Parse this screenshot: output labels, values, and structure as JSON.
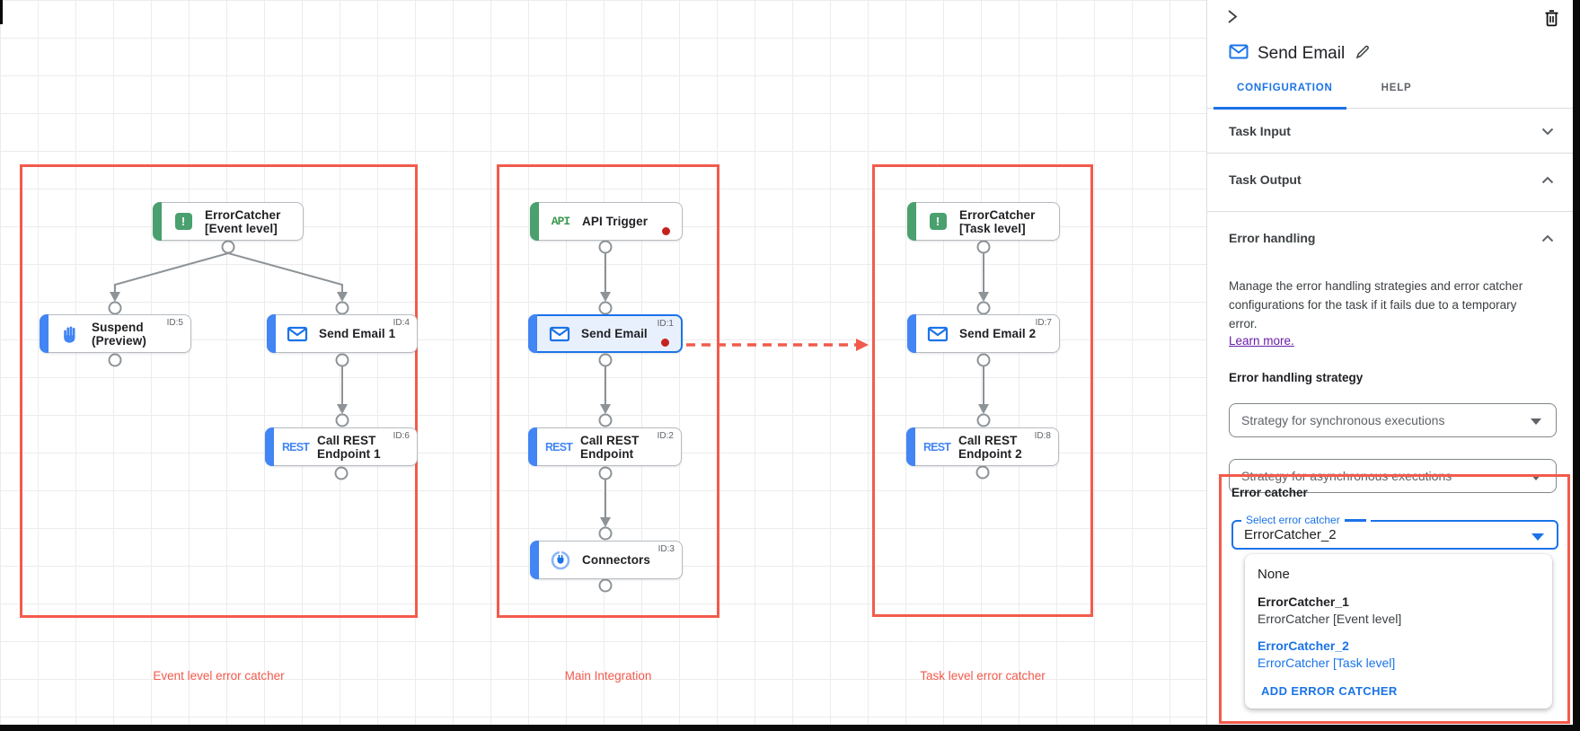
{
  "canvas": {
    "groups": {
      "event": {
        "label": "Event level error catcher"
      },
      "main": {
        "label": "Main Integration"
      },
      "task": {
        "label": "Task level error catcher"
      }
    },
    "nodes": {
      "ec_event": {
        "title": "ErrorCatcher",
        "subtitle": "[Event level]",
        "icon": "error-catcher-icon",
        "badge": "!"
      },
      "suspend": {
        "title": "Suspend",
        "subtitle": "(Preview)",
        "id": "ID:5",
        "icon": "hand-icon"
      },
      "send_email_1": {
        "title": "Send Email 1",
        "id": "ID:4",
        "icon": "email-icon"
      },
      "call_rest_1": {
        "title": "Call REST",
        "subtitle": "Endpoint 1",
        "id": "ID:6",
        "icon": "rest-icon"
      },
      "api_trigger": {
        "title": "API Trigger",
        "icon": "api-icon"
      },
      "send_email": {
        "title": "Send Email",
        "id": "ID:1",
        "icon": "email-icon"
      },
      "call_rest": {
        "title": "Call REST",
        "subtitle": "Endpoint",
        "id": "ID:2",
        "icon": "rest-icon"
      },
      "connectors": {
        "title": "Connectors",
        "id": "ID:3",
        "icon": "connectors-icon"
      },
      "ec_task": {
        "title": "ErrorCatcher",
        "subtitle": "[Task level]",
        "icon": "error-catcher-icon",
        "badge": "!"
      },
      "send_email_2": {
        "title": "Send Email 2",
        "id": "ID:7",
        "icon": "email-icon"
      },
      "call_rest_2": {
        "title": "Call REST",
        "subtitle": "Endpoint 2",
        "id": "ID:8",
        "icon": "rest-icon"
      }
    },
    "icon_texts": {
      "api": "API",
      "rest": "REST"
    }
  },
  "sidebar": {
    "title": "Send Email",
    "tabs": {
      "configuration": "CONFIGURATION",
      "help": "HELP"
    },
    "sections": {
      "task_input": "Task Input",
      "task_output": "Task Output",
      "error_handling": "Error handling"
    },
    "error_handling": {
      "description": "Manage the error handling strategies and error catcher configurations for the task if it fails due to a temporary error.",
      "learn_more": "Learn more.",
      "strategy_label": "Error handling strategy",
      "sync_select_value": "Strategy for synchronous executions",
      "async_select_value": "Strategy for asynchronous executions",
      "error_catcher_label": "Error catcher",
      "select_label": "Select error catcher",
      "select_value": "ErrorCatcher_2",
      "menu": {
        "none": "None",
        "option1_name": "ErrorCatcher_1",
        "option1_desc": "ErrorCatcher [Event level]",
        "option2_name": "ErrorCatcher_2",
        "option2_desc": "ErrorCatcher [Task level]",
        "add_button": "ADD ERROR CATCHER"
      }
    }
  },
  "colors": {
    "accent_blue": "#1a73e8",
    "node_blue": "#4285f4",
    "node_green": "#4aa06e",
    "highlight_red": "#f25b4c",
    "error_dot_red": "#c5221f",
    "wire_gray": "#8d9397",
    "selected_fill": "#e8f0fe",
    "link_purple": "#681da8"
  }
}
